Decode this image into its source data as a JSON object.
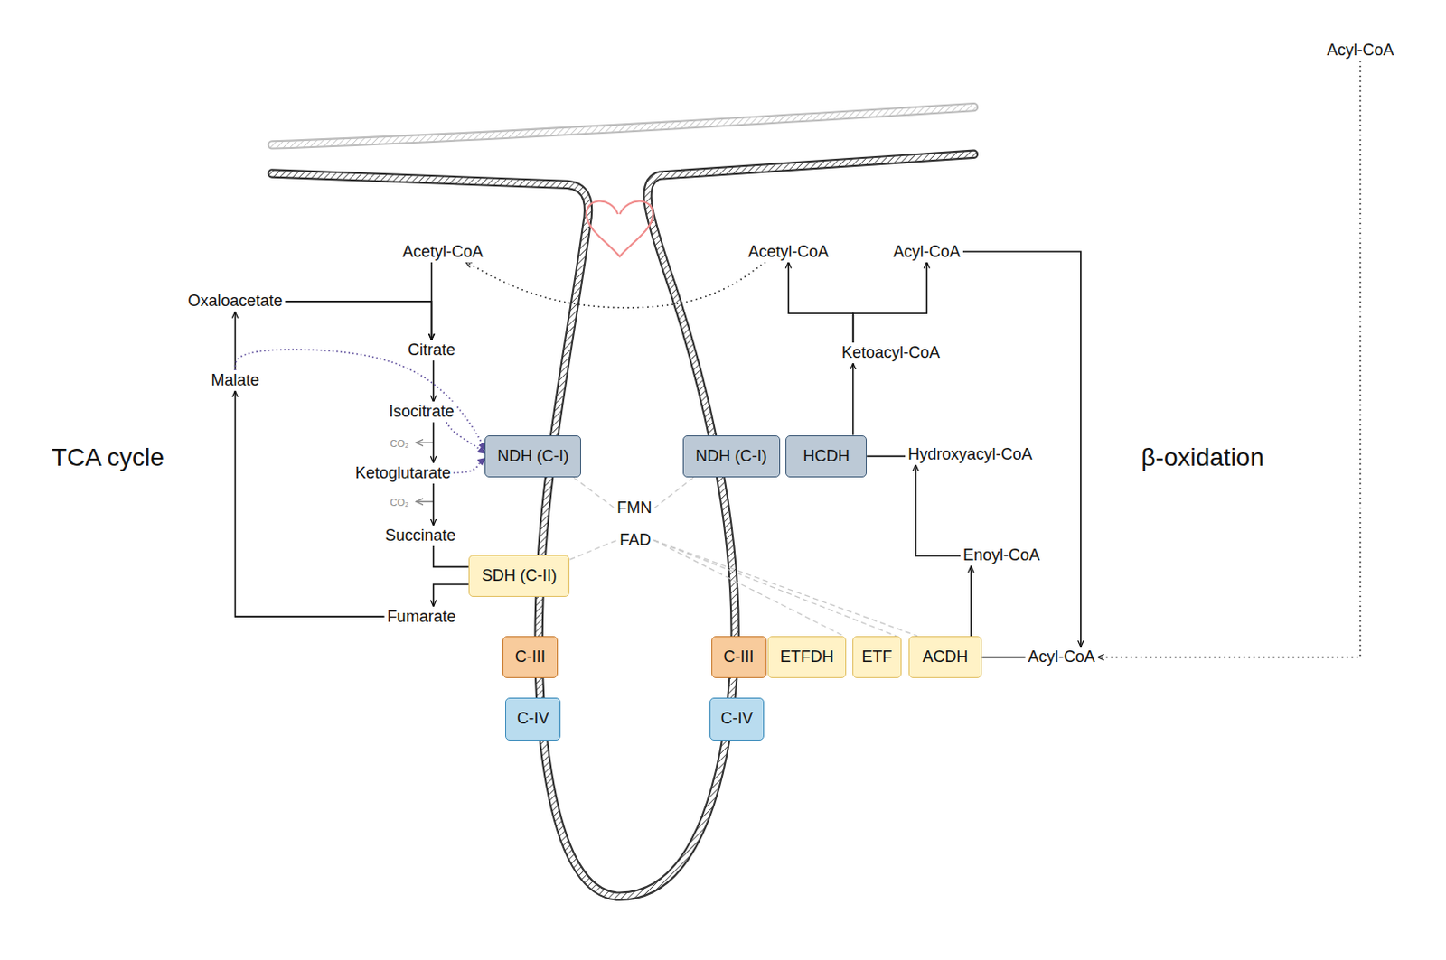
{
  "diagram": {
    "nodes": [
      {
        "text": [
          "Acyl-CoA"
        ]
      },
      {
        "text": [
          "Acetyl-CoA"
        ]
      },
      {
        "text": [
          "Acetyl-CoA"
        ]
      },
      {
        "text": [
          "Acyl-CoA"
        ]
      },
      {
        "text": [
          "Oxaloacetate"
        ]
      },
      {
        "text": [
          "Citrate"
        ]
      },
      {
        "text": [
          "Ketoacyl-CoA"
        ]
      },
      {
        "text": [
          "Malate"
        ]
      },
      {
        "text": [
          "Isocitrate"
        ]
      },
      {
        "text": [
          "NDH (C-I)"
        ]
      },
      {
        "text": [
          "NDH (C-I)"
        ]
      },
      {
        "text": [
          "HCDH"
        ]
      },
      {
        "text": [
          "Hydroxyacyl-CoA"
        ]
      },
      {
        "text": [
          "Ketoglutarate"
        ]
      },
      {
        "text": [
          "FMN"
        ]
      },
      {
        "text": [
          "Succinate"
        ]
      },
      {
        "text": [
          "FAD"
        ]
      },
      {
        "text": [
          "Enoyl-CoA"
        ]
      },
      {
        "text": [
          "SDH (C-II)"
        ]
      },
      {
        "text": [
          "Fumarate"
        ]
      },
      {
        "text": [
          "C-III"
        ]
      },
      {
        "text": [
          "C-III"
        ]
      },
      {
        "text": [
          "ETFDH"
        ]
      },
      {
        "text": [
          "ETF"
        ]
      },
      {
        "text": [
          "ACDH"
        ]
      },
      {
        "text": [
          "Acyl-CoA"
        ]
      },
      {
        "text": [
          "C-IV"
        ]
      },
      {
        "text": [
          "C-IV"
        ]
      }
    ],
    "edges": [
      {
        "from": 4,
        "to": 5,
        "arrow": "to"
      },
      {
        "from": 1,
        "to": 5,
        "arrow": "to"
      },
      {
        "from": 5,
        "to": 8,
        "arrow": "to"
      },
      {
        "from": 8,
        "to": 13,
        "arrow": "to"
      },
      {
        "from": 13,
        "to": 15,
        "arrow": "to"
      },
      {
        "from": 15,
        "to": 18,
        "arrow": "none"
      },
      {
        "from": 18,
        "to": 19,
        "arrow": "to"
      },
      {
        "from": 19,
        "to": 7,
        "arrow": "to"
      },
      {
        "from": 7,
        "to": 4,
        "arrow": "to"
      },
      {
        "from": 7,
        "to": 9,
        "arrow": "to"
      },
      {
        "from": 8,
        "to": 9,
        "arrow": "to"
      },
      {
        "from": 13,
        "to": 9,
        "arrow": "to"
      },
      {
        "from": 2,
        "to": 1,
        "arrow": "to"
      },
      {
        "from": 6,
        "to": 2,
        "arrow": "to"
      },
      {
        "from": 6,
        "to": 3,
        "arrow": "to"
      },
      {
        "from": 3,
        "to": 25,
        "arrow": "to"
      },
      {
        "from": 0,
        "to": 25,
        "arrow": "to"
      },
      {
        "from": 24,
        "to": 25,
        "arrow": "none"
      },
      {
        "from": 24,
        "to": 17,
        "arrow": "to"
      },
      {
        "from": 17,
        "to": 12,
        "arrow": "to"
      },
      {
        "from": 11,
        "to": 12,
        "arrow": "none"
      },
      {
        "from": 11,
        "to": 6,
        "arrow": "to"
      },
      {
        "from": 9,
        "to": 14,
        "arrow": "none"
      },
      {
        "from": 10,
        "to": 14,
        "arrow": "none"
      },
      {
        "from": 18,
        "to": 16,
        "arrow": "none"
      },
      {
        "from": 16,
        "to": 22,
        "arrow": "none"
      },
      {
        "from": 16,
        "to": 23,
        "arrow": "none"
      },
      {
        "from": 16,
        "to": 24,
        "arrow": "none"
      }
    ],
    "labels": [
      "TCA cycle",
      "β-oxidation",
      "CO₂",
      "CO₂"
    ]
  }
}
